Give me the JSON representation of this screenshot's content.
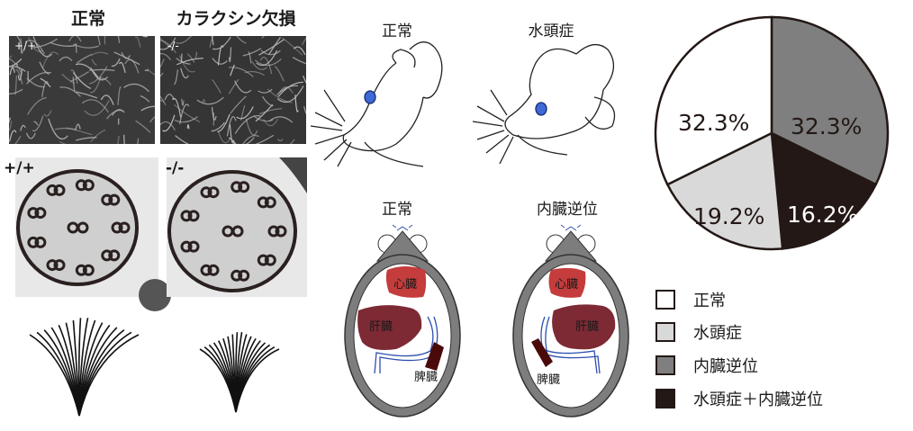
{
  "left_panel": {
    "normal_label": "正常",
    "knockout_label": "カラクシン欠損",
    "sem_genotypes": [
      "+/+",
      "-/-"
    ],
    "tem_genotypes": [
      "+/+",
      "-/-"
    ]
  },
  "mouse_heads": {
    "normal_label": "正常",
    "hydrocephalus_label": "水頭症"
  },
  "body_diagrams": {
    "normal_label": "正常",
    "situs_inversus_label": "内臓逆位",
    "organs": {
      "heart": "心臓",
      "liver": "肝臓",
      "spleen": "脾臓"
    }
  },
  "colors": {
    "normal": "#ffffff",
    "hydrocephalus": "#d9d9d9",
    "situs_inversus": "#7f7f7f",
    "both": "#231815",
    "heart": "#c43c3c",
    "liver": "#7d2a35",
    "spleen": "#4a0a0a"
  },
  "chart_data": {
    "type": "pie",
    "title": "",
    "slices": [
      {
        "label": "内臓逆位",
        "value": 32.3,
        "text": "32.3%",
        "color": "#7f7f7f"
      },
      {
        "label": "水頭症＋内臓逆位",
        "value": 16.2,
        "text": "16.2%",
        "color": "#231815"
      },
      {
        "label": "水頭症",
        "value": 19.2,
        "text": "19.2%",
        "color": "#d9d9d9"
      },
      {
        "label": "正常",
        "value": 32.3,
        "text": "32.3%",
        "color": "#ffffff"
      }
    ],
    "legend": [
      "正常",
      "水頭症",
      "内臓逆位",
      "水頭症＋内臓逆位"
    ],
    "legend_placement": "bottom"
  }
}
